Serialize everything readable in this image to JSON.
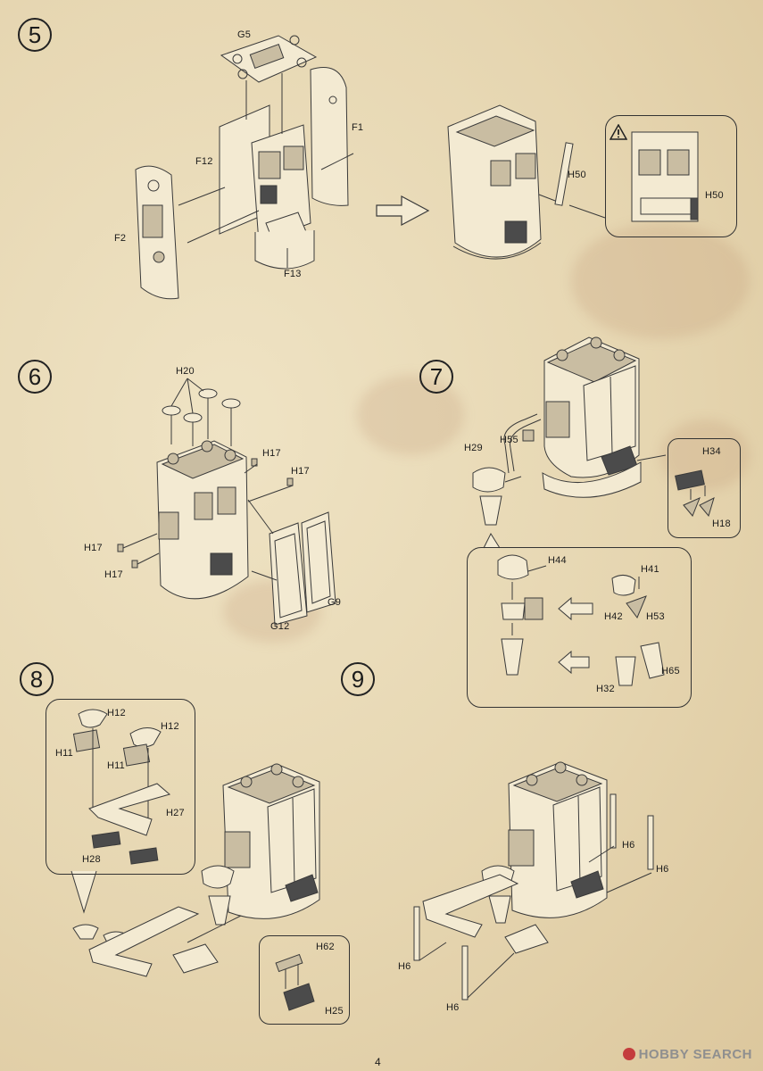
{
  "steps": [
    {
      "number": "5",
      "labels": [
        "G5",
        "F1",
        "F12",
        "F2",
        "F13",
        "H50",
        "H50"
      ]
    },
    {
      "number": "6",
      "labels": [
        "H20",
        "H17",
        "H17",
        "H17",
        "H17",
        "G9",
        "G12"
      ]
    },
    {
      "number": "7",
      "labels": [
        "H29",
        "H55",
        "H34",
        "H18",
        "H44",
        "H41",
        "H42",
        "H53",
        "H32",
        "H65"
      ]
    },
    {
      "number": "8",
      "labels": [
        "H12",
        "H12",
        "H11",
        "H11",
        "H27",
        "H28",
        "H62",
        "H25"
      ]
    },
    {
      "number": "9",
      "labels": [
        "H6",
        "H6",
        "H6",
        "H6"
      ]
    }
  ],
  "page_number": "4",
  "watermark": "HOBBY SEARCH",
  "icons": {
    "warning": "warning-triangle-icon",
    "brand": "hobby-search-logo-icon"
  }
}
